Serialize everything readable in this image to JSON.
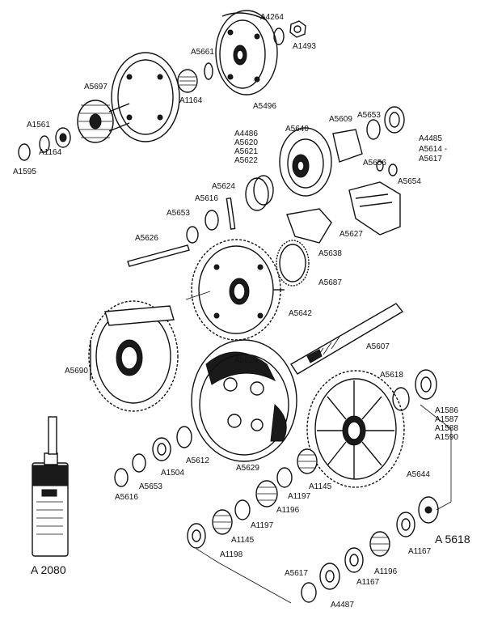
{
  "labels": {
    "A4264": "A4264",
    "A1493": "A1493",
    "A5661": "A5661",
    "A5697": "A5697",
    "A1164_top": "A1164",
    "A5496": "A5496",
    "A1561": "A1561",
    "A1164_left": "A1164",
    "A1595": "A1595",
    "A5609": "A5609",
    "A5653_top": "A5653",
    "A5640": "A5640",
    "A4486": "A4486",
    "A5620": "A5620",
    "A5621": "A5621",
    "A5622": "A5622",
    "A4485": "A4485",
    "A5614": "A5614 -",
    "A5617_right": "A5617",
    "A5656": "A5656",
    "A5654": "A5654",
    "A5624": "A5624",
    "A5616_mid": "A5616",
    "A5653_mid": "A5653",
    "A5626": "A5626",
    "A5627": "A5627",
    "A5638": "A5638",
    "A5687": "A5687",
    "A5642": "A5642",
    "A5607": "A5607",
    "A5690": "A5690",
    "A5629_top": "A5629",
    "A5618_mid": "A5618",
    "A1586": "A1586",
    "A1587": "A1587",
    "A1588": "A1588",
    "A1590": "A1590",
    "A1504": "A1504",
    "A5612": "A5612",
    "A5629_bot": "A5629",
    "A5653_bot": "A5653",
    "A5616_bot": "A5616",
    "A5644": "A5644",
    "A1145_top": "A1145",
    "A1197_top": "A1197",
    "A1196_top": "A1196",
    "A1197_bot": "A1197",
    "A1145_bot": "A1145",
    "A1198": "A1198",
    "A1167_right": "A1167",
    "A5618_big": "A 5618",
    "A2080": "A 2080",
    "A5617_bot": "A5617",
    "A1167_bot": "A1167",
    "A1196_bot": "A1196",
    "A4487": "A4487"
  }
}
